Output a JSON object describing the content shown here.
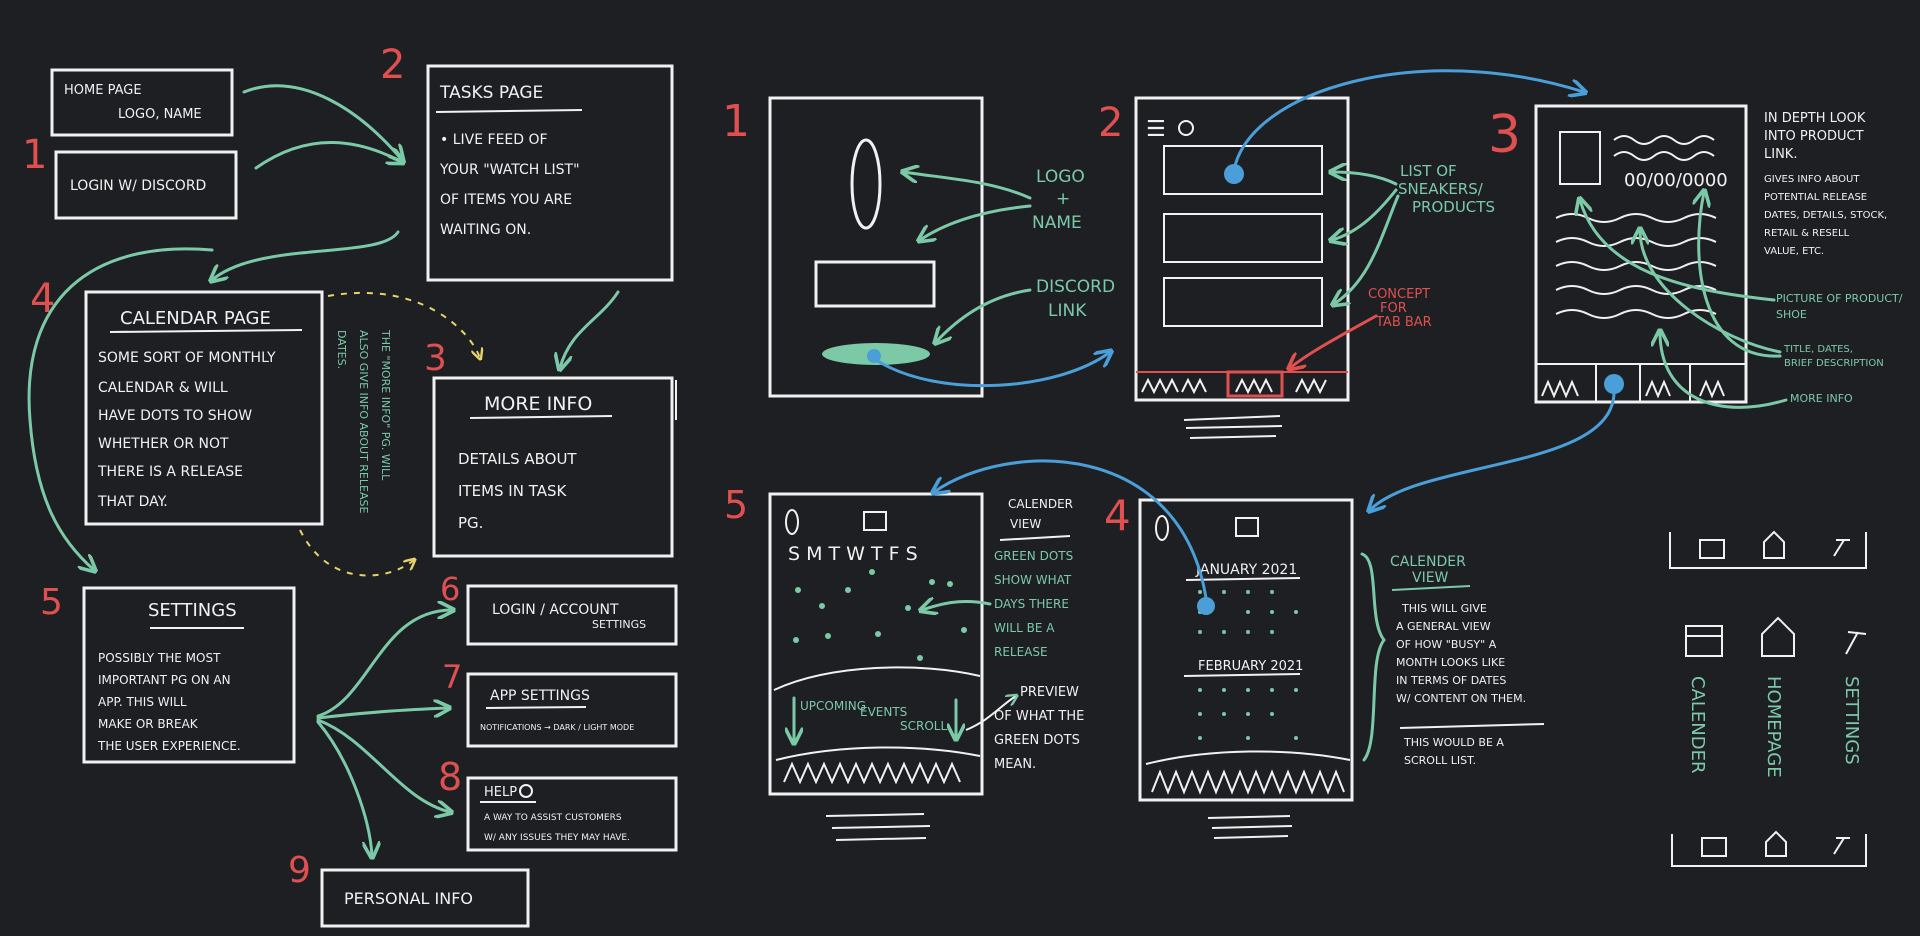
{
  "left_flow": {
    "numbers": {
      "n1": "1",
      "n2": "2",
      "n3": "3",
      "n4": "4",
      "n5": "5",
      "n6": "6",
      "n7": "7",
      "n8": "8",
      "n9": "9"
    },
    "home_page": {
      "line1": "HOME PAGE",
      "line2": "LOGO, NAME"
    },
    "login": {
      "label": "LOGIN W/   DISCORD"
    },
    "tasks_page": {
      "title": "TASKS  PAGE",
      "lines": [
        "• LIVE  FEED  OF",
        "YOUR \"WATCH LIST\"",
        "OF  ITEMS  YOU  ARE",
        "WAITING  ON."
      ]
    },
    "calendar_page": {
      "title": "CALENDAR  PAGE",
      "lines": [
        "SOME SORT OF MONTHLY",
        "CALENDAR  &  WILL",
        "HAVE  DOTS  TO  SHOW",
        "WHETHER  OR  NOT",
        "THERE  IS  A  RELEASE",
        "THAT  DAY."
      ]
    },
    "side_note": {
      "lines": [
        "THE \"MORE INFO\" PG. WILL",
        "ALSO  GIVE  INFO  ABOUT  RELEASE",
        "DATES."
      ]
    },
    "more_info": {
      "title": "MORE  INFO",
      "lines": [
        "DETAILS   ABOUT",
        "ITEMS  IN  TASK",
        "PG."
      ]
    },
    "settings": {
      "title": "SETTINGS",
      "lines": [
        "POSSIBLY  THE  MOST",
        "IMPORTANT  PG  ON  AN",
        "APP.  THIS  WILL",
        "MAKE  OR  BREAK",
        "THE  USER  EXPERIENCE."
      ]
    },
    "login_account": {
      "line1": "LOGIN / ACCOUNT",
      "line2": "SETTINGS"
    },
    "app_settings": {
      "title": "APP SETTINGS",
      "line": "NOTIFICATIONS → DARK / LIGHT MODE"
    },
    "help": {
      "title": "HELP",
      "line1": "A WAY TO ASSIST CUSTOMERS",
      "line2": "W/ ANY ISSUES THEY MAY HAVE."
    },
    "personal_info": {
      "label": "PERSONAL INFO"
    }
  },
  "wireframes": {
    "numbers": {
      "w1": "1",
      "w2": "2",
      "w3": "3",
      "w4": "4",
      "w5": "5"
    },
    "logo_name_note": {
      "lines": [
        "LOGO",
        "+",
        "NAME"
      ]
    },
    "discord_note": {
      "lines": [
        "DISCORD",
        "LINK"
      ]
    },
    "sneakers_note": {
      "lines": [
        "LIST OF",
        "SNEAKERS/",
        "PRODUCTS"
      ]
    },
    "tabbar_note": {
      "lines": [
        "CONCEPT",
        "FOR",
        "TAB BAR"
      ]
    },
    "product_date": "00/00/0000",
    "in_depth_note": {
      "lines": [
        "IN  DEPTH  LOOK",
        "INTO  PRODUCT",
        "LINK."
      ]
    },
    "gives_info_note": {
      "lines": [
        "GIVES INFO ABOUT",
        "POTENTIAL RELEASE",
        "DATES, DETAILS, STOCK,",
        "RETAIL & RESELL",
        "VALUE, ETC."
      ]
    },
    "picture_note": {
      "lines": [
        "PICTURE OF PRODUCT/",
        "SHOE"
      ]
    },
    "title_note": {
      "lines": [
        "TITLE, DATES,",
        "BRIEF DESCRIPTION"
      ]
    },
    "more_info_note": "MORE INFO",
    "week_letters": "S M T W T F S",
    "calendar_view_note": {
      "lines": [
        "CALENDER",
        "VIEW"
      ]
    },
    "green_dots_note": {
      "lines": [
        "GREEN DOTS",
        "SHOW WHAT",
        "DAYS THERE",
        "WILL BE A",
        "RELEASE"
      ]
    },
    "upcoming": {
      "line1": "UPCOMING",
      "line2": "EVENTS",
      "line3": "SCROLL"
    },
    "preview_note": {
      "lines": [
        "PREVIEW",
        "OF WHAT THE",
        "GREEN DOTS",
        "MEAN."
      ]
    },
    "january": "JANUARY 2021",
    "february": "FEBRUARY 2021",
    "calendar_view_note2": {
      "lines": [
        "CALENDER",
        "VIEW"
      ]
    },
    "general_view_note": {
      "lines": [
        "THIS  WILL  GIVE",
        "A  GENERAL  VIEW",
        "OF  HOW \"BUSY\" A",
        "MONTH  LOOKS  LIKE",
        "IN  TERMS  OF  DATES",
        "W/  CONTENT  ON  THEM."
      ]
    },
    "scroll_list_note": {
      "lines": [
        "THIS  WOULD  BE  A",
        "SCROLL  LIST."
      ]
    }
  },
  "tab_bar": {
    "labels": {
      "calendar": "CALENDER",
      "homepage": "HOMEPAGE",
      "settings": "SETTINGS"
    }
  },
  "colors": {
    "background": "#1e1f23",
    "ink": "#f1f1f1",
    "green": "#7cc9a8",
    "red": "#e05050",
    "blue": "#4a9fd8",
    "yellow": "#e6d36b"
  }
}
